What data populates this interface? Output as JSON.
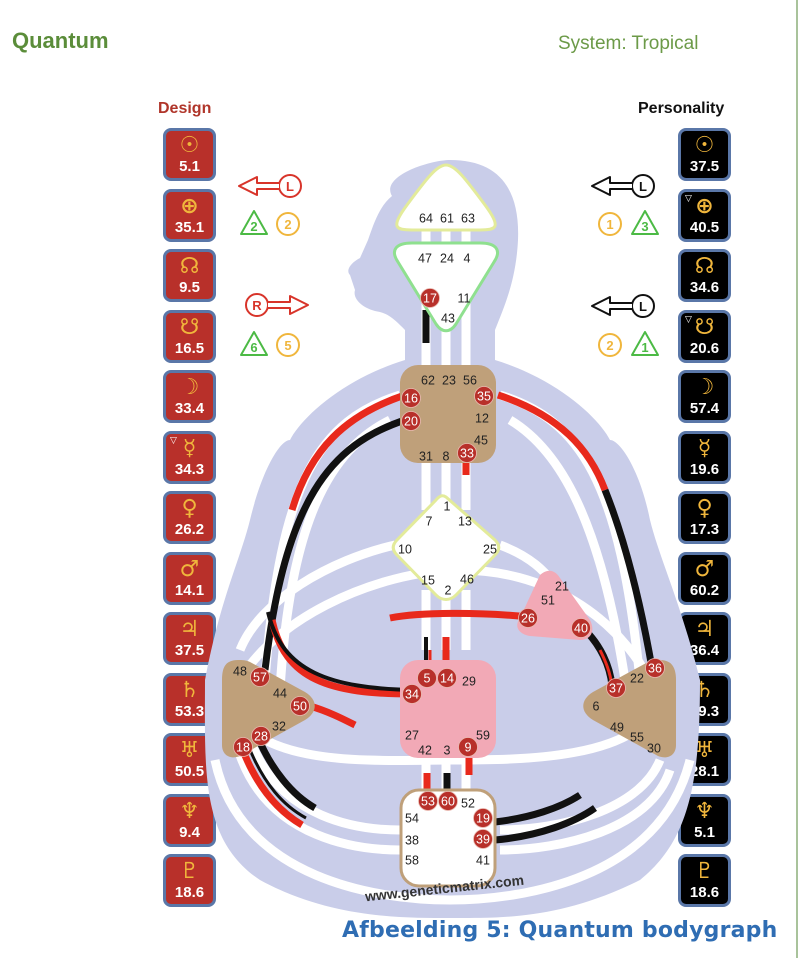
{
  "header": {
    "title": "Quantum",
    "system": "System: Tropical"
  },
  "columns": {
    "design_label": "Design",
    "personality_label": "Personality"
  },
  "design": [
    {
      "planet": "sun",
      "glyph": "☉",
      "value": "5.1",
      "marker": false
    },
    {
      "planet": "earth",
      "glyph": "⊕",
      "value": "35.1",
      "marker": false
    },
    {
      "planet": "north-node",
      "glyph": "☊",
      "value": "9.5",
      "marker": false
    },
    {
      "planet": "south-node",
      "glyph": "☋",
      "value": "16.5",
      "marker": false
    },
    {
      "planet": "moon",
      "glyph": "☽",
      "value": "33.4",
      "marker": false
    },
    {
      "planet": "mercury",
      "glyph": "☿",
      "value": "34.3",
      "marker": true
    },
    {
      "planet": "venus",
      "glyph": "♀",
      "value": "26.2",
      "marker": false
    },
    {
      "planet": "mars",
      "glyph": "♂",
      "value": "14.1",
      "marker": false
    },
    {
      "planet": "jupiter",
      "glyph": "♃",
      "value": "37.5",
      "marker": false
    },
    {
      "planet": "saturn",
      "glyph": "♄",
      "value": "53.3",
      "marker": false
    },
    {
      "planet": "uranus",
      "glyph": "♅",
      "value": "50.5",
      "marker": false
    },
    {
      "planet": "neptune",
      "glyph": "♆",
      "value": "9.4",
      "marker": false
    },
    {
      "planet": "pluto",
      "glyph": "♇",
      "value": "18.6",
      "marker": false
    }
  ],
  "personality": [
    {
      "planet": "sun",
      "glyph": "☉",
      "value": "37.5",
      "marker": false
    },
    {
      "planet": "earth",
      "glyph": "⊕",
      "value": "40.5",
      "marker": true
    },
    {
      "planet": "north-node",
      "glyph": "☊",
      "value": "34.6",
      "marker": false
    },
    {
      "planet": "south-node",
      "glyph": "☋",
      "value": "20.6",
      "marker": true
    },
    {
      "planet": "moon",
      "glyph": "☽",
      "value": "57.4",
      "marker": false
    },
    {
      "planet": "mercury",
      "glyph": "☿",
      "value": "19.6",
      "marker": false
    },
    {
      "planet": "venus",
      "glyph": "♀",
      "value": "17.3",
      "marker": false
    },
    {
      "planet": "mars",
      "glyph": "♂",
      "value": "60.2",
      "marker": false
    },
    {
      "planet": "jupiter",
      "glyph": "♃",
      "value": "36.4",
      "marker": false
    },
    {
      "planet": "saturn",
      "glyph": "♄",
      "value": "39.3",
      "marker": false
    },
    {
      "planet": "uranus",
      "glyph": "♅",
      "value": "28.1",
      "marker": false
    },
    {
      "planet": "neptune",
      "glyph": "♆",
      "value": "5.1",
      "marker": false
    },
    {
      "planet": "pluto",
      "glyph": "♇",
      "value": "18.6",
      "marker": false
    }
  ],
  "variables": {
    "design_top": {
      "letter": "L",
      "direction": "left",
      "tri": "2",
      "circle": "2"
    },
    "design_bottom": {
      "letter": "R",
      "direction": "right",
      "tri": "6",
      "circle": "5"
    },
    "personality_top": {
      "letter": "L",
      "direction": "left",
      "circle": "1",
      "tri": "3"
    },
    "personality_bottom": {
      "letter": "L",
      "direction": "left",
      "circle": "2",
      "tri": "1"
    }
  },
  "centers": {
    "head": {
      "gates": [
        "64",
        "61",
        "63"
      ]
    },
    "ajna": {
      "gates": [
        "47",
        "24",
        "4",
        "17",
        "11",
        "43"
      ],
      "active": [
        "17"
      ]
    },
    "throat": {
      "gates": [
        "62",
        "23",
        "56",
        "16",
        "35",
        "20",
        "12",
        "45",
        "31",
        "8",
        "33"
      ],
      "active": [
        "16",
        "35",
        "20",
        "33"
      ]
    },
    "g": {
      "gates": [
        "1",
        "7",
        "13",
        "10",
        "25",
        "15",
        "46",
        "2"
      ]
    },
    "ego": {
      "gates": [
        "21",
        "51",
        "26",
        "40"
      ],
      "active": [
        "26",
        "40"
      ]
    },
    "spleen": {
      "gates": [
        "48",
        "57",
        "44",
        "50",
        "32",
        "28",
        "18"
      ],
      "active": [
        "57",
        "50",
        "28",
        "18"
      ]
    },
    "sacral": {
      "gates": [
        "5",
        "14",
        "29",
        "34",
        "27",
        "59",
        "42",
        "3",
        "9"
      ],
      "active": [
        "5",
        "14",
        "34",
        "9"
      ]
    },
    "solar_plexus": {
      "gates": [
        "36",
        "22",
        "37",
        "6",
        "49",
        "55",
        "30"
      ],
      "active": [
        "36",
        "37"
      ]
    },
    "root": {
      "gates": [
        "53",
        "60",
        "52",
        "54",
        "19",
        "38",
        "39",
        "58",
        "41"
      ],
      "active": [
        "53",
        "60",
        "19",
        "39"
      ]
    }
  },
  "watermark": "www.geneticmatrix.com",
  "caption": "Afbeelding 5: Quantum bodygraph",
  "colors": {
    "design_red": "#b8302a",
    "channel_red": "#e8291c",
    "personality_black": "#111111",
    "silhouette": "#c9cde9",
    "defined_tan": "#bfa07a",
    "defined_pink": "#f2a9b6",
    "gate_dot": "#b8302a",
    "head_outline": "#e3eb9a",
    "ajna_outline": "#8fe08f",
    "title_green": "#5b8d3a",
    "caption_blue": "#2f6db3"
  }
}
